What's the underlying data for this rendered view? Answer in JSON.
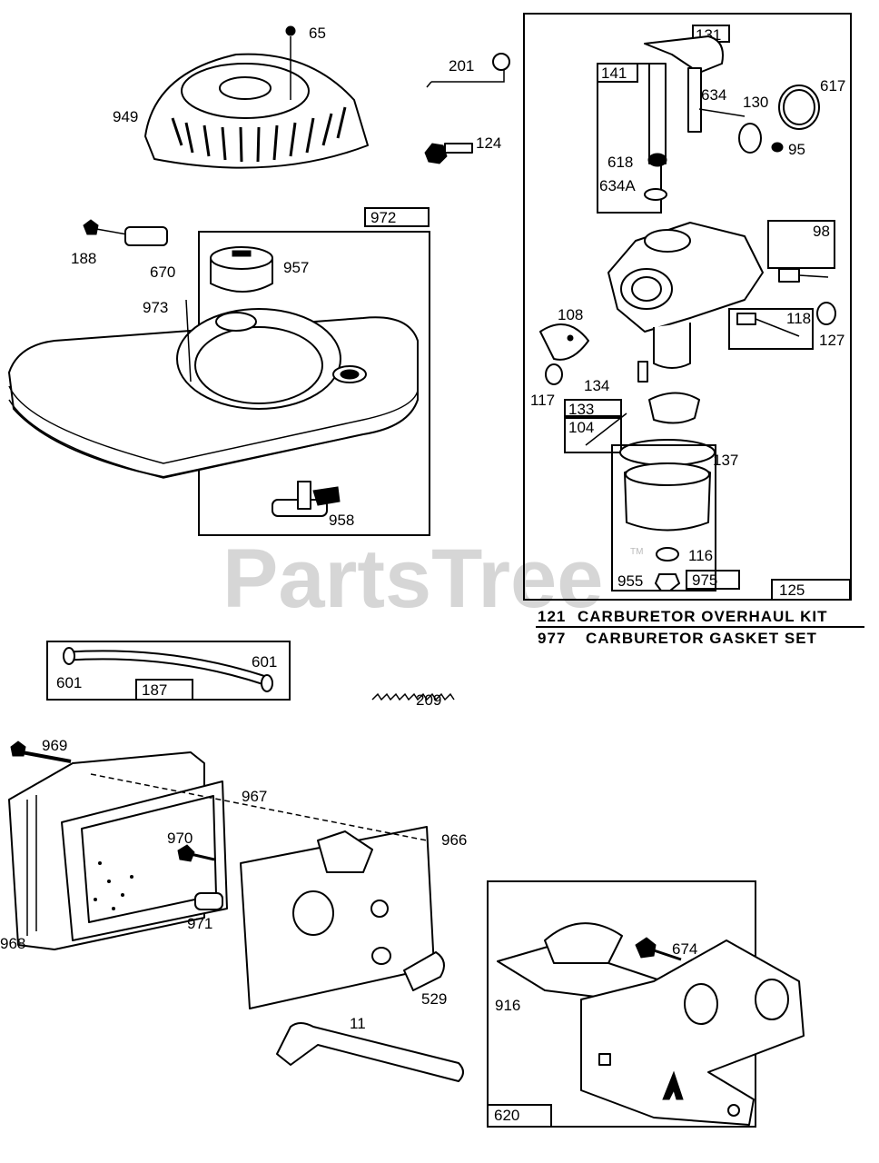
{
  "watermark": {
    "text": "PartsTree",
    "tm": "TM"
  },
  "kit_legend": [
    {
      "number": "121",
      "description": "CARBURETOR OVERHAUL KIT"
    },
    {
      "number": "977",
      "description": "CARBURETOR GASKET SET"
    }
  ],
  "boxed_labels": {
    "b972": "972",
    "b131": "131",
    "b141": "141",
    "b98": "98",
    "b118": "118",
    "b133": "133",
    "b104": "104",
    "b975": "975",
    "b125": "125",
    "b187": "187",
    "b620": "620"
  },
  "callouts": {
    "c65": "65",
    "c949": "949",
    "c201": "201",
    "c124": "124",
    "c188": "188",
    "c670": "670",
    "c957": "957",
    "c973": "973",
    "c958": "958",
    "c617": "617",
    "c634": "634",
    "c130": "130",
    "c95": "95",
    "c618": "618",
    "c634a": "634A",
    "c108": "108",
    "c127": "127",
    "c134": "134",
    "c117": "117",
    "c137": "137",
    "c116": "116",
    "c955": "955",
    "c601a": "601",
    "c601b": "601",
    "c209": "209",
    "c969": "969",
    "c967": "967",
    "c966": "966",
    "c970": "970",
    "c971": "971",
    "c968": "968",
    "c529": "529",
    "c11": "11",
    "c674": "674",
    "c916": "916"
  }
}
